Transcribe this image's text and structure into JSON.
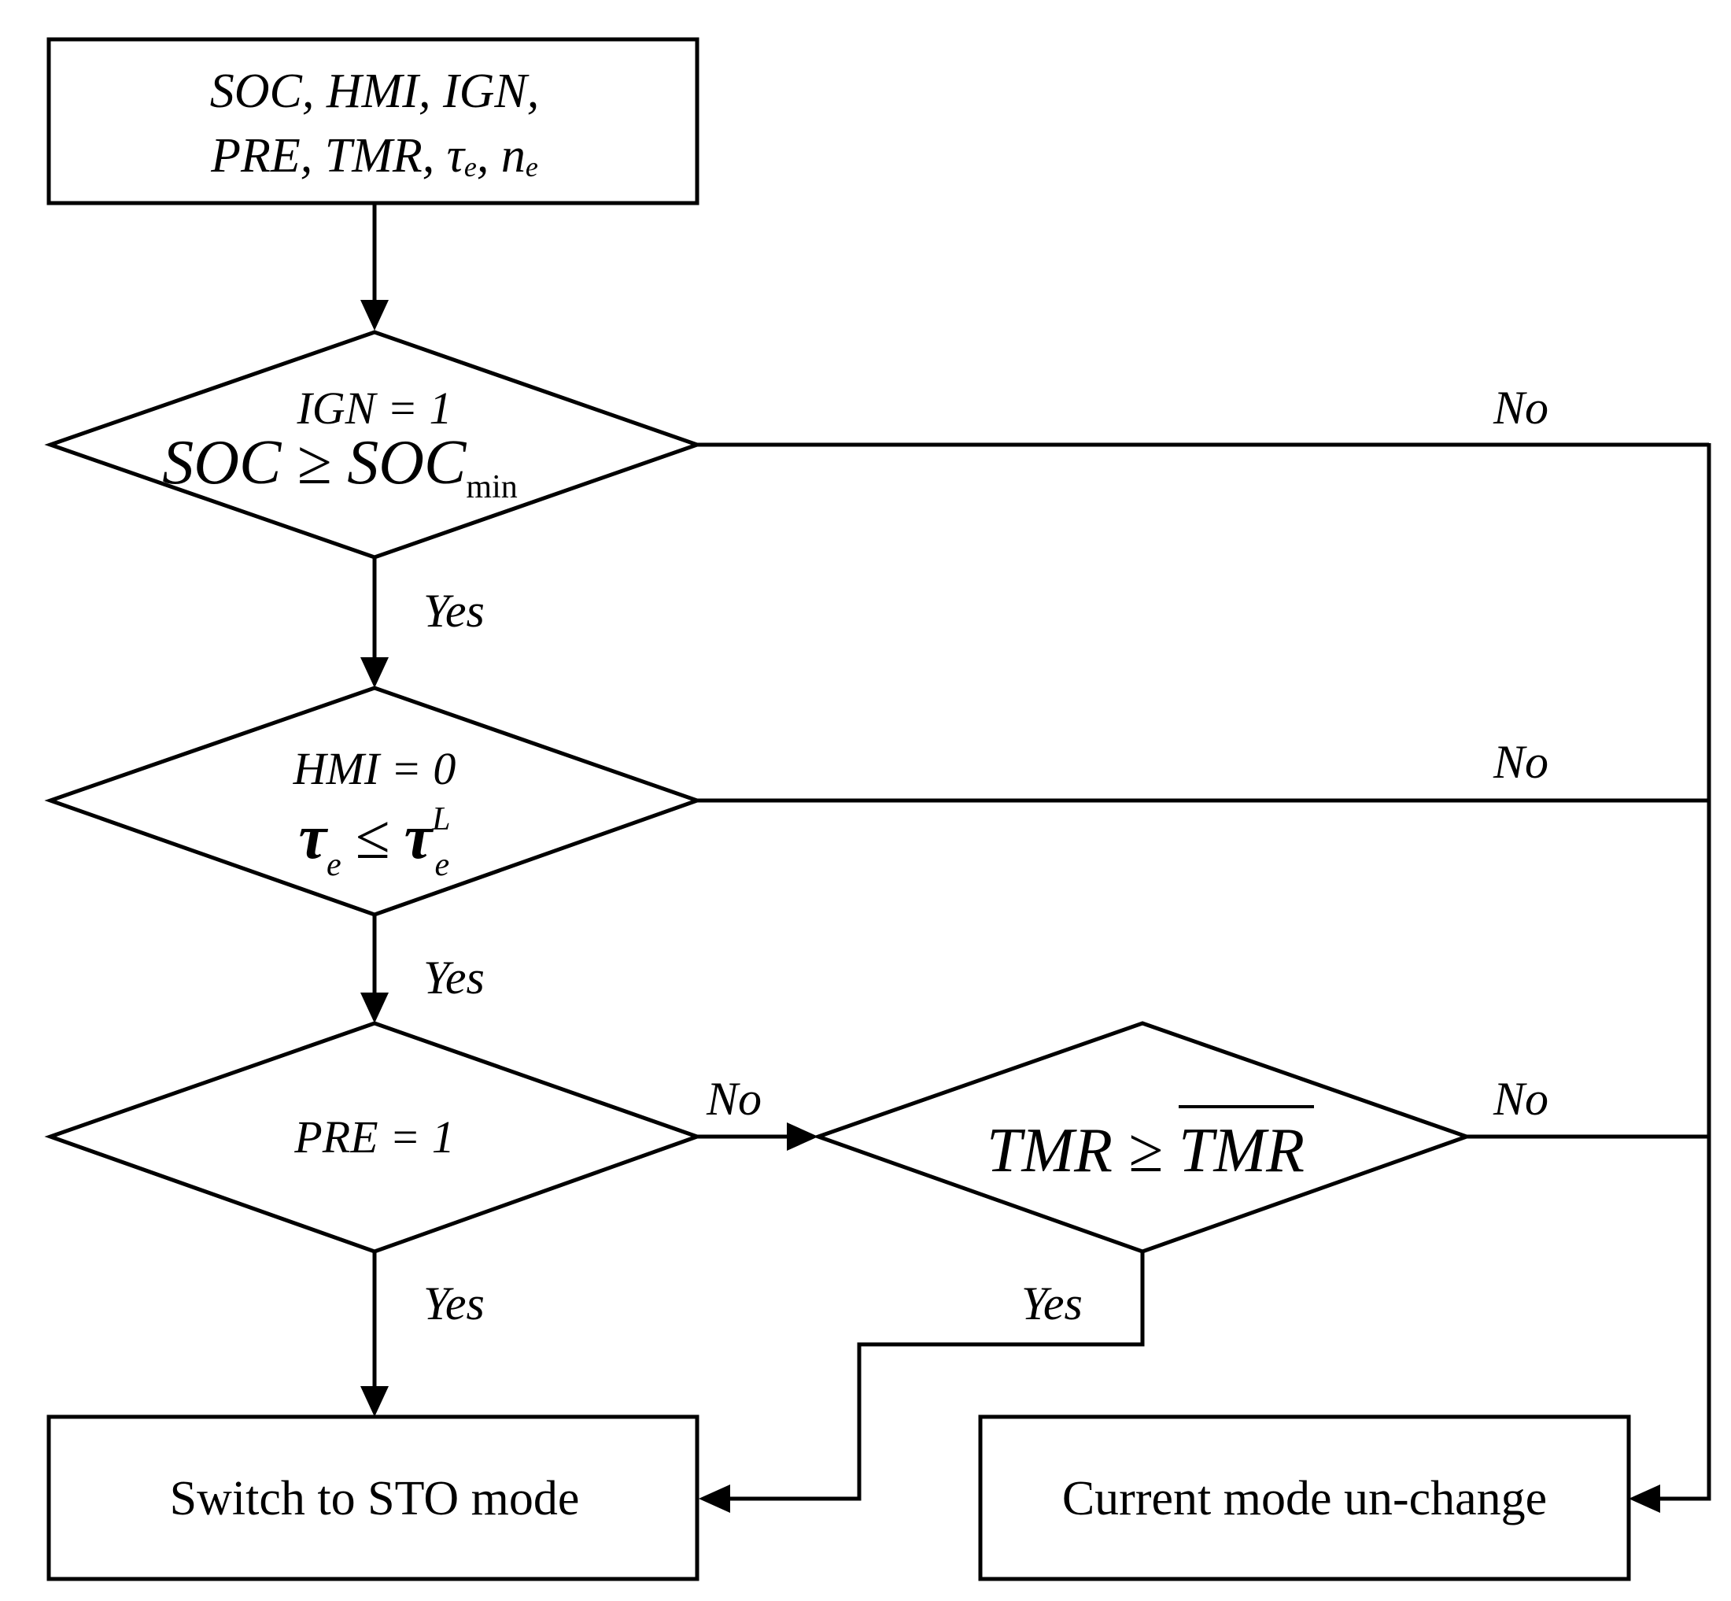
{
  "nodes": {
    "inputs": {
      "line1": "SOC, HMI, IGN,",
      "line2_a": "PRE, TMR,",
      "tau": "τ",
      "e1": "e",
      "comma": ",",
      "n": "n",
      "e2": "e"
    },
    "decision_ign": {
      "line1": "IGN = 1",
      "soc": "SOC ≥ SOC",
      "min": "min"
    },
    "decision_hmi": {
      "line1": "HMI = 0",
      "tau1": "τ",
      "sub1": "e",
      "leq": "≤",
      "tau2": "τ",
      "sub2": "e",
      "sup2": "L"
    },
    "decision_pre": {
      "line1": "PRE = 1"
    },
    "decision_tmr": {
      "lhs": "TMR ≥",
      "rhs": "TMR"
    },
    "switch_sto": {
      "label": "Switch to STO mode"
    },
    "current_mode": {
      "label": "Current mode un-change"
    }
  },
  "edges": {
    "ign_yes": "Yes",
    "ign_no": "No",
    "hmi_yes": "Yes",
    "hmi_no": "No",
    "pre_yes": "Yes",
    "pre_no": "No",
    "tmr_yes": "Yes",
    "tmr_no": "No"
  }
}
